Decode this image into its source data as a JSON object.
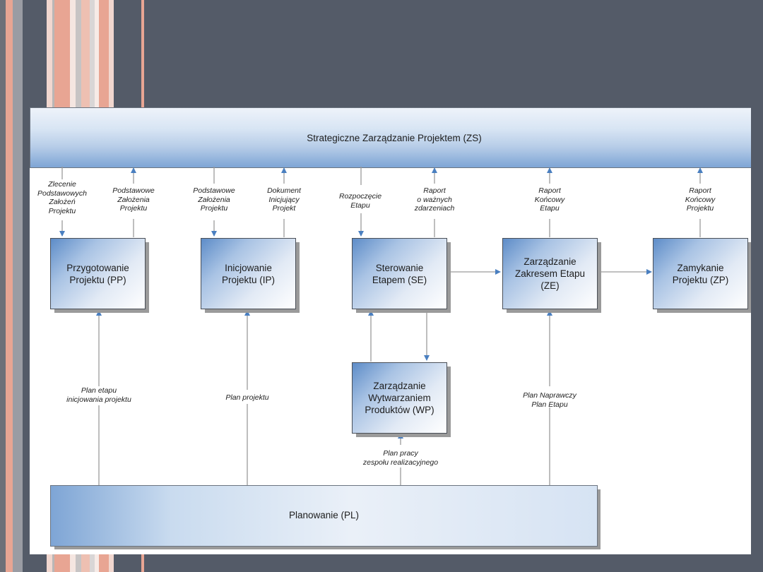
{
  "diagram": {
    "top_band": "Strategiczne Zarządzanie Projektem (ZS)",
    "bottom_band": "Planowanie (PL)",
    "processes": {
      "pp": "Przygotowanie\nProjektu (PP)",
      "ip": "Inicjowanie\nProjektu (IP)",
      "se": "Sterowanie\nEtapem (SE)",
      "ze": "Zarządzanie\nZakresem Etapu\n(ZE)",
      "zp": "Zamykanie\nProjektu (ZP)",
      "wp": "Zarządzanie\nWytwarzaniem\nProduktów (WP)"
    },
    "flow_labels": {
      "zlecenie": "Zlecenie\nPodstawowych\nZałożeń\nProjektu",
      "pp_zalozenia": "Podstawowe\nZałożenia\nProjektu",
      "ip_zalozenia": "Podstawowe\nZałożenia\nProjektu",
      "dokument": "Dokument\nInicjujący\nProjekt",
      "rozpoczecie": "Rozpoczęcie\nEtapu",
      "raport_zdarzenia": "Raport\no ważnych\nzdarzeniach",
      "raport_etapu": "Raport\nKońcowy\nEtapu",
      "raport_projektu": "Raport\nKońcowy\nProjektu",
      "plan_etapu_init": "Plan etapu\ninicjowania projektu",
      "plan_projektu": "Plan projektu",
      "plan_naprawczy": "Plan Naprawczy\nPlan Etapu",
      "plan_pracy": "Plan pracy\nzespołu realizacyjnego"
    }
  },
  "colors": {
    "background": "#545b68",
    "arrow": "#4a7fc0",
    "box_dark": "#5d8cc8",
    "stripe_salmon": "#e8a593"
  }
}
